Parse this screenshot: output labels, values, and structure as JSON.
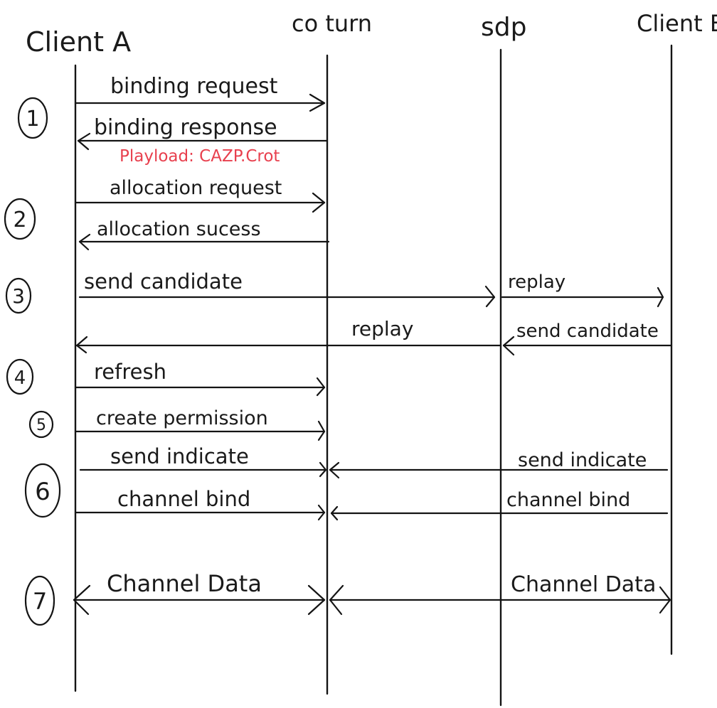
{
  "diagram": {
    "participants": [
      {
        "id": "client_a",
        "label": "Client A"
      },
      {
        "id": "coturn",
        "label": "co turn"
      },
      {
        "id": "sdp",
        "label": "sdp"
      },
      {
        "id": "client_b",
        "label": "Client B"
      }
    ],
    "steps": [
      {
        "label": "1"
      },
      {
        "label": "2"
      },
      {
        "label": "3"
      },
      {
        "label": "4"
      },
      {
        "label": "5"
      },
      {
        "label": "6"
      },
      {
        "label": "7"
      }
    ],
    "messages": [
      {
        "label": "binding request"
      },
      {
        "label": "binding response"
      },
      {
        "label": "allocation request"
      },
      {
        "label": "allocation sucess"
      },
      {
        "label": "send candidate"
      },
      {
        "label": "replay"
      },
      {
        "label": "replay"
      },
      {
        "label": "send candidate"
      },
      {
        "label": "refresh"
      },
      {
        "label": "create permission"
      },
      {
        "label": "send indicate"
      },
      {
        "label": "send indicate"
      },
      {
        "label": "channel bind"
      },
      {
        "label": "channel bind"
      },
      {
        "label": "Channel Data"
      },
      {
        "label": "Channel Data"
      }
    ],
    "note": {
      "label": "Playload: CAZP.Crot",
      "color": "#e8404e"
    },
    "ink_color": "#141414"
  }
}
